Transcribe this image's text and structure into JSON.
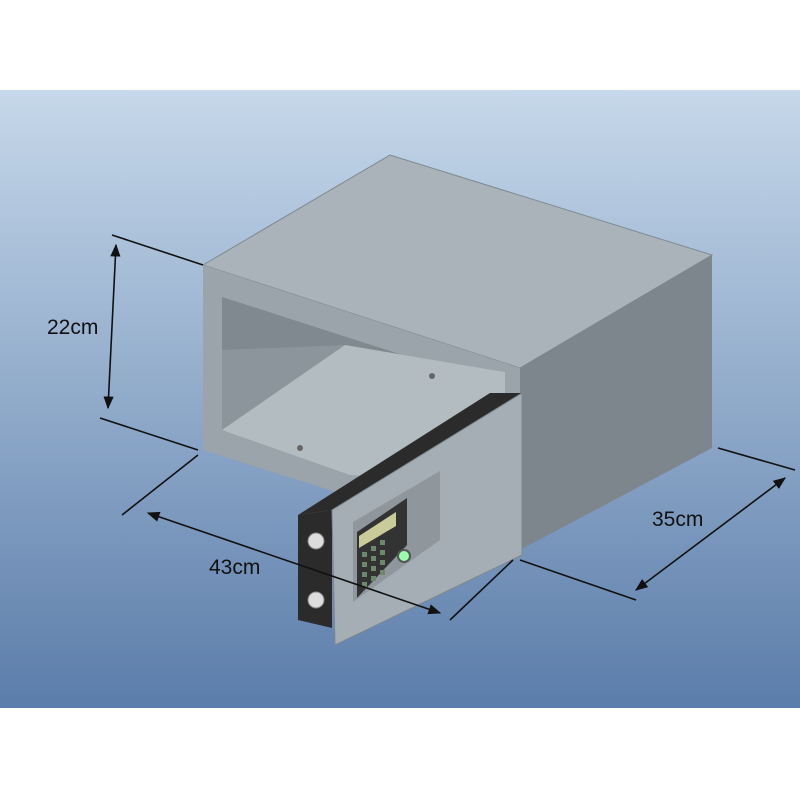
{
  "dimensions": {
    "height": "22cm",
    "width": "43cm",
    "depth": "35cm"
  },
  "colors": {
    "background_top": "#c6d8ea",
    "background_bottom": "#5b7daa",
    "body": "#a6b0b6",
    "door_edge": "#2b2b2b"
  }
}
